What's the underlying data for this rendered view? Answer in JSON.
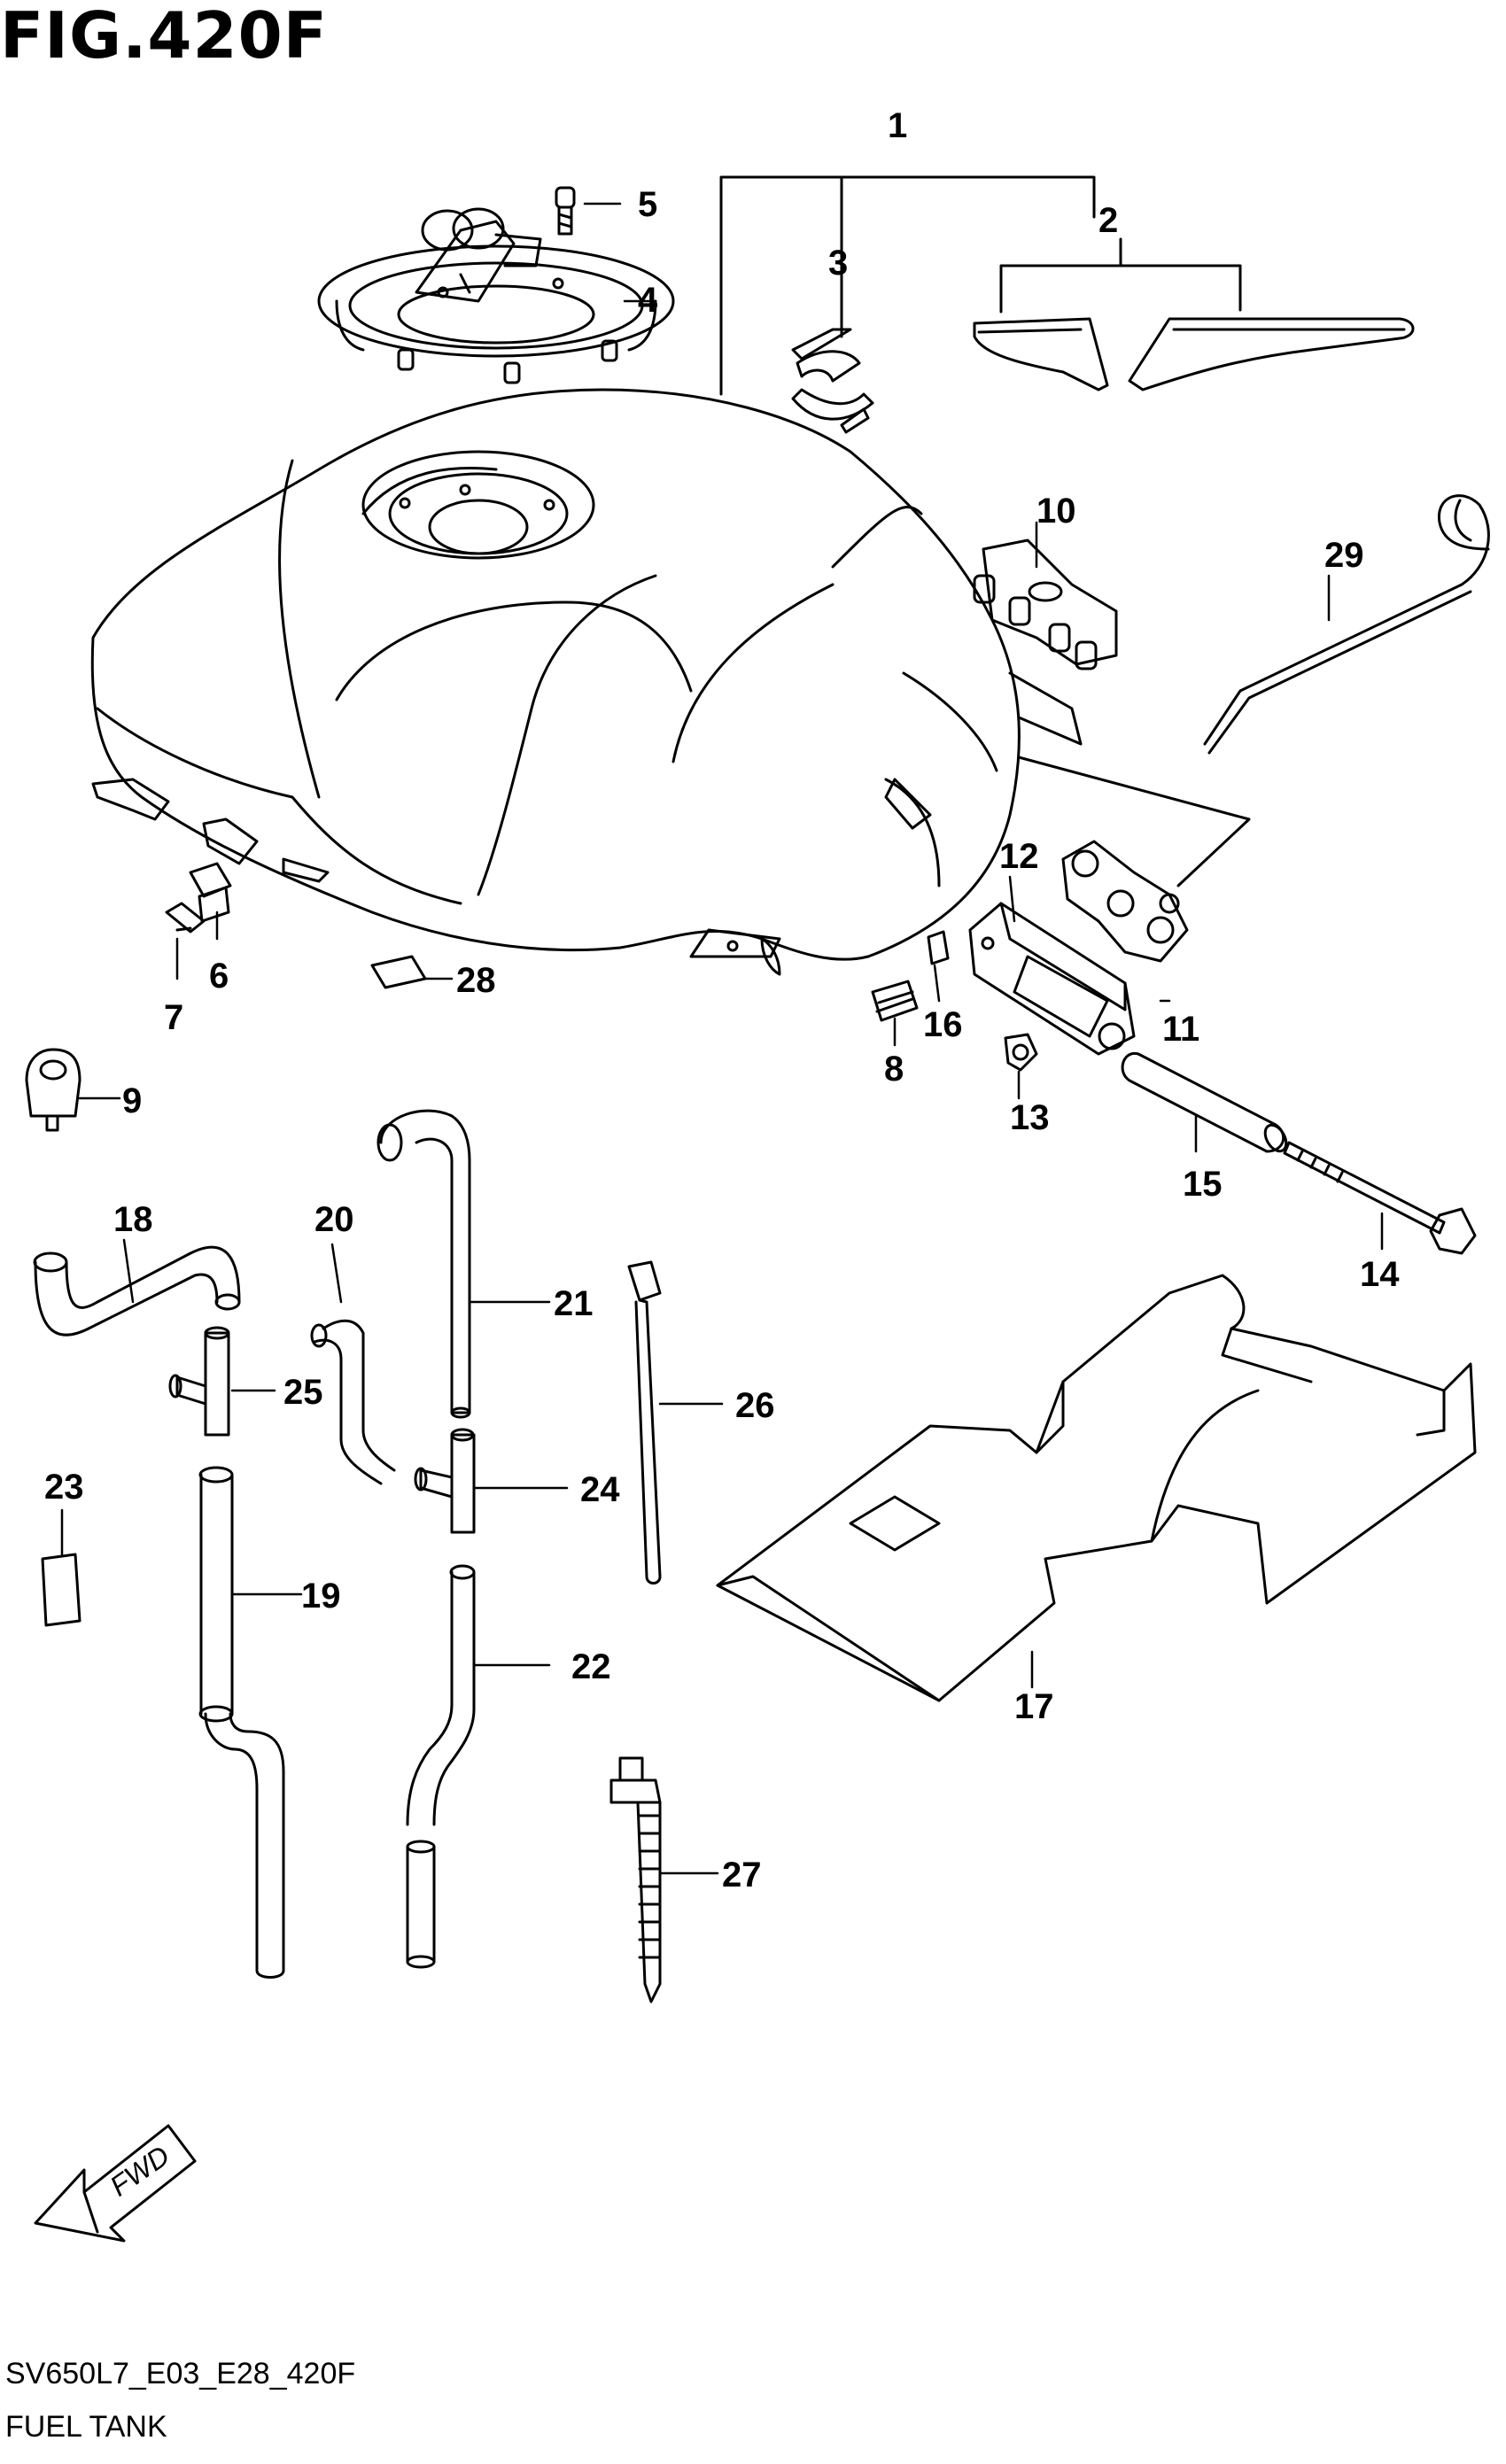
{
  "figure": {
    "title": "FIG.420F",
    "code": "SV650L7_E03_E28_420F",
    "name": "FUEL TANK",
    "fwd_label": "FWD"
  },
  "callouts": {
    "c1": "1",
    "c2": "2",
    "c3": "3",
    "c4": "4",
    "c5": "5",
    "c6": "6",
    "c7": "7",
    "c8": "8",
    "c9": "9",
    "c10": "10",
    "c11": "11",
    "c12": "12",
    "c13": "13",
    "c14": "14",
    "c15": "15",
    "c16": "16",
    "c17": "17",
    "c18": "18",
    "c19": "19",
    "c20": "20",
    "c21": "21",
    "c22": "22",
    "c23": "23",
    "c24": "24",
    "c25": "25",
    "c26": "26",
    "c27": "27",
    "c28": "28",
    "c29": "29"
  },
  "colors": {
    "ink": "#000000",
    "paper": "#ffffff"
  }
}
